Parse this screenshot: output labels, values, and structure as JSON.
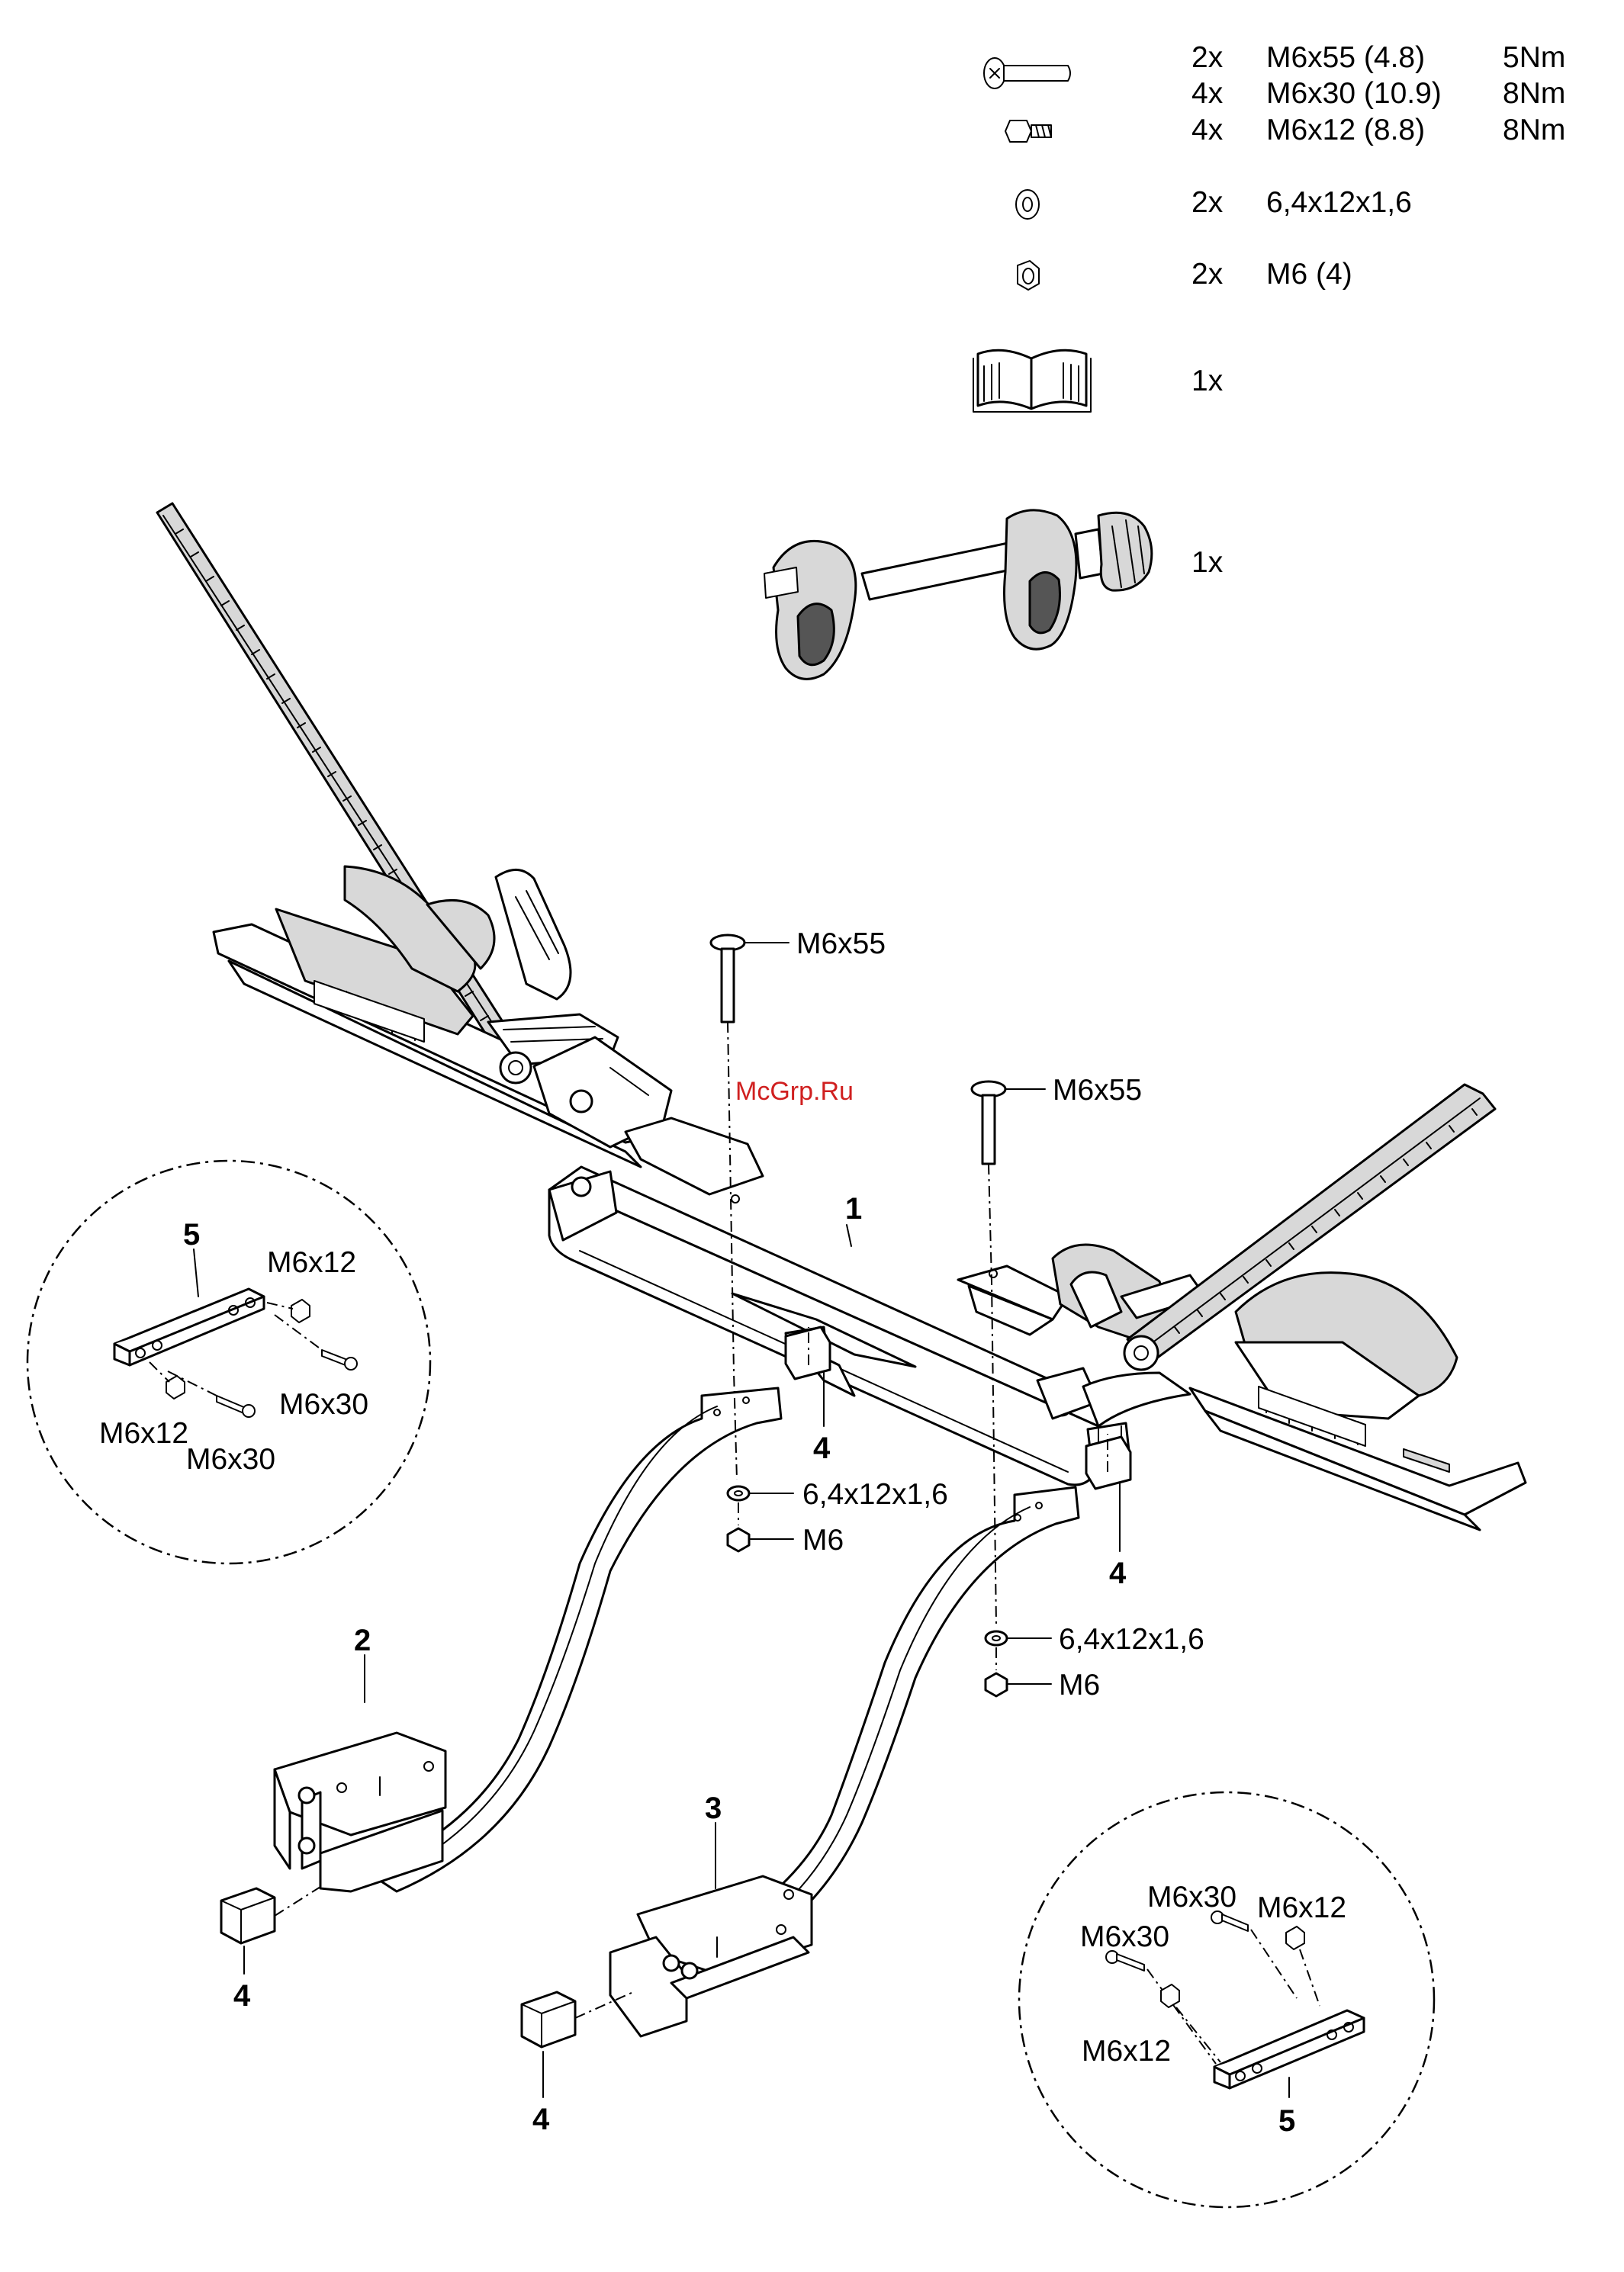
{
  "parts_list": [
    {
      "icon": "carriage-bolt-icon",
      "qty": "2x",
      "spec": "M6x55 (4.8)",
      "torque": "5Nm"
    },
    {
      "icon": "bolt-icon",
      "qty": "4x",
      "spec": "M6x30 (10.9)",
      "torque": "8Nm"
    },
    {
      "icon": "bolt-icon",
      "qty": "4x",
      "spec": "M6x12 (8.8)",
      "torque": "8Nm"
    },
    {
      "icon": "washer-icon",
      "qty": "2x",
      "spec": "6,4x12x1,6",
      "torque": ""
    },
    {
      "icon": "nut-icon",
      "qty": "2x",
      "spec": "M6 (4)",
      "torque": ""
    },
    {
      "icon": "manual-book-icon",
      "qty": "1x",
      "spec": "",
      "torque": ""
    },
    {
      "icon": "frame-holder-icon",
      "qty": "1x",
      "spec": "",
      "torque": ""
    }
  ],
  "watermark": "McGrp.Ru",
  "callouts": {
    "bolt_a": "M6x55",
    "bolt_b": "M6x55",
    "washer_a": "6,4x12x1,6",
    "nut_a": "M6",
    "washer_b": "6,4x12x1,6",
    "nut_b": "M6",
    "part_1": "1",
    "part_2": "2",
    "part_3": "3",
    "part_4_a": "4",
    "part_4_b": "4",
    "part_4_c": "4",
    "part_4_d": "4"
  },
  "detail_left": {
    "part": "5",
    "labels": [
      "M6x12",
      "M6x30",
      "M6x12",
      "M6x30"
    ]
  },
  "detail_right": {
    "part": "5",
    "labels": [
      "M6x30",
      "M6x12",
      "M6x30",
      "M6x12"
    ]
  }
}
